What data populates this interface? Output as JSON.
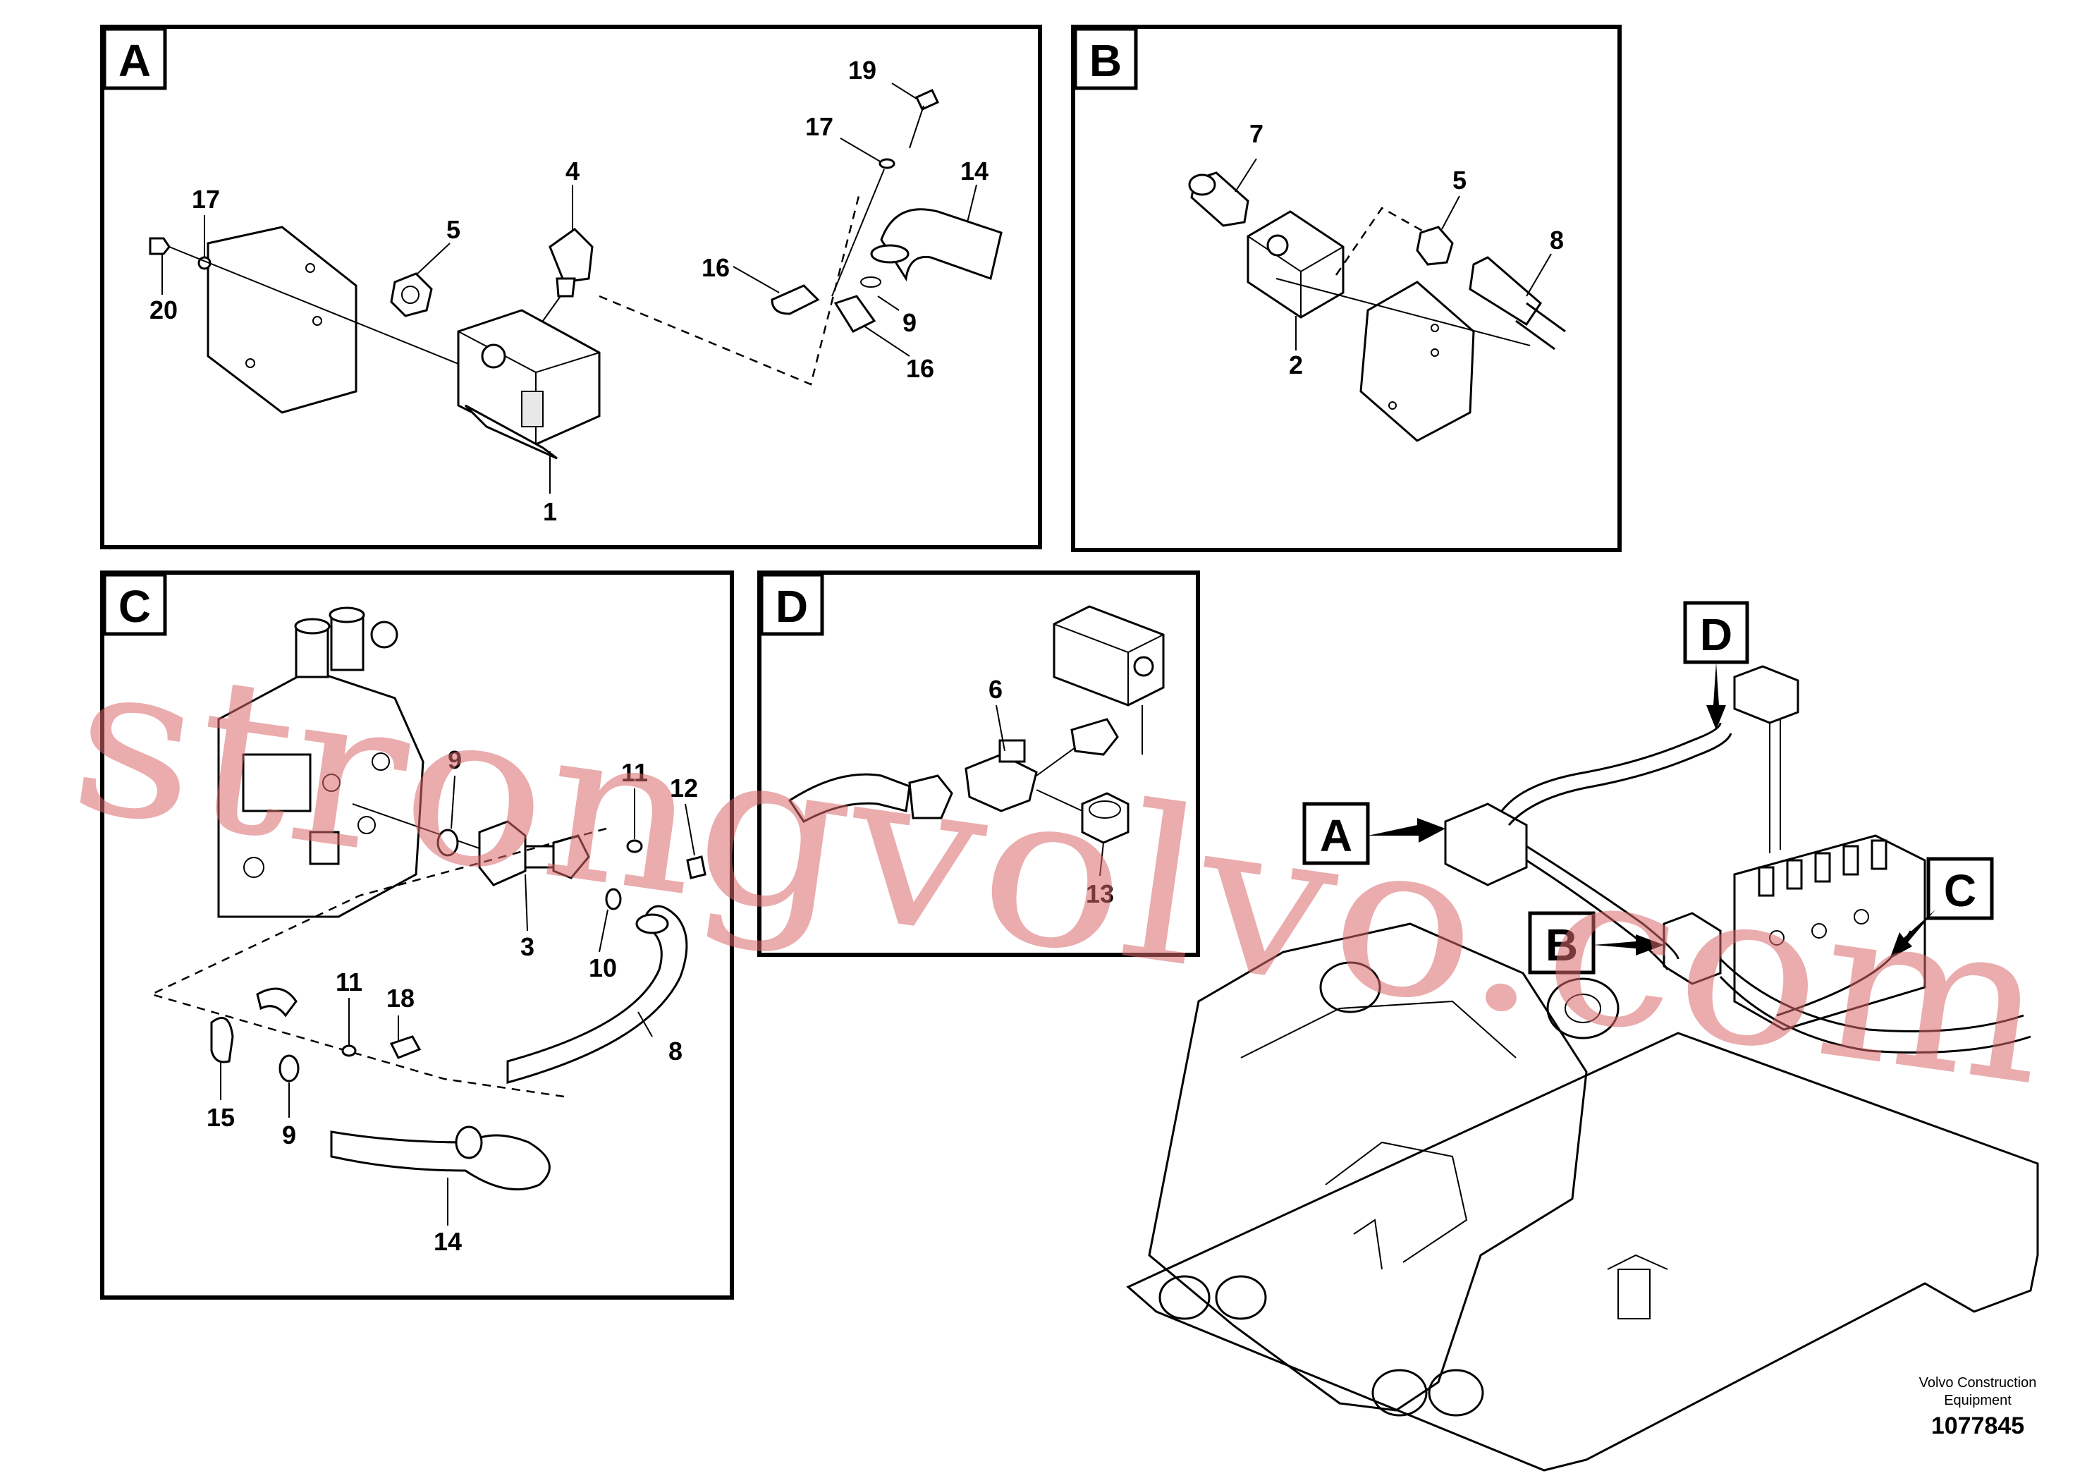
{
  "panels": {
    "A": {
      "letter": "A",
      "callouts": [
        "19",
        "17",
        "14",
        "4",
        "5",
        "17",
        "16",
        "20",
        "9",
        "16",
        "1"
      ]
    },
    "B": {
      "letter": "B",
      "callouts": [
        "7",
        "5",
        "8",
        "2"
      ]
    },
    "C": {
      "letter": "C",
      "callouts": [
        "9",
        "11",
        "12",
        "3",
        "10",
        "8",
        "11",
        "18",
        "15",
        "9",
        "14"
      ]
    },
    "D": {
      "letter": "D",
      "callouts": [
        "6",
        "13"
      ]
    }
  },
  "overview": {
    "labels": [
      "D",
      "A",
      "B",
      "C"
    ]
  },
  "watermark": "strongvolvo.com",
  "footer": {
    "company": "Volvo Construction",
    "company_line2": "Equipment",
    "doc_number": "1077845"
  }
}
